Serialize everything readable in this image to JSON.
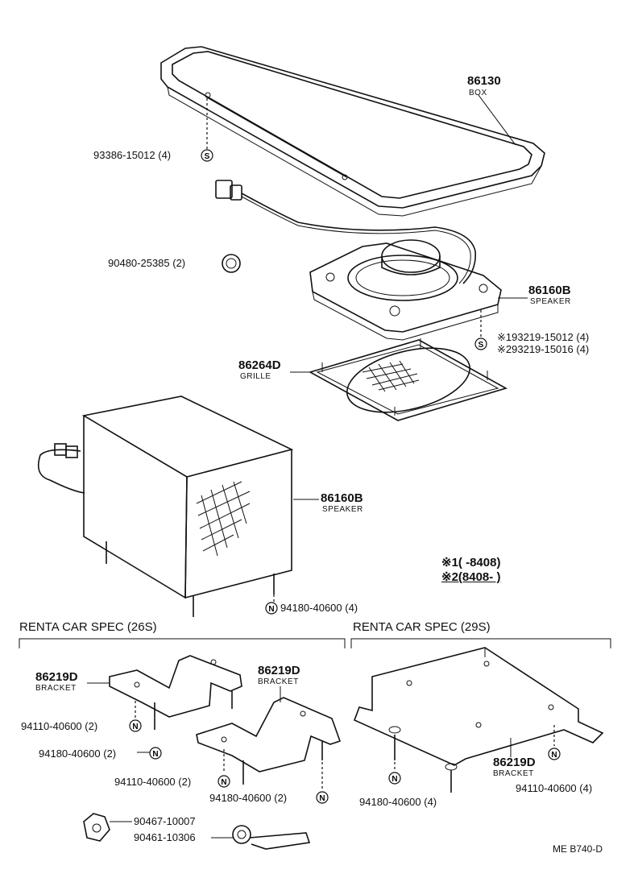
{
  "parts": {
    "box": {
      "number": "86130",
      "name": "BOX"
    },
    "speaker_top": {
      "number": "86160B",
      "name": "SPEAKER"
    },
    "grille": {
      "number": "86264D",
      "name": "GRILLE"
    },
    "speaker_cube": {
      "number": "86160B",
      "name": "SPEAKER"
    },
    "bracket_a": {
      "number": "86219D",
      "name": "BRACKET"
    },
    "bracket_b": {
      "number": "86219D",
      "name": "BRACKET"
    },
    "bracket_c": {
      "number": "86219D",
      "name": "BRACKET"
    }
  },
  "fasteners": {
    "screw_box": "93386-15012 (4)",
    "plug": "90480-25385 (2)",
    "screw_spk_1": "※193219-15012 (4)",
    "screw_spk_2": "※293219-15016 (4)",
    "nut_cube": "94180-40600 (4)",
    "bolt_26a": "94110-40600 (2)",
    "nut_26a": "94180-40600 (2)",
    "bolt_26b": "94110-40600 (2)",
    "nut_26b": "94180-40600 (2)",
    "nut_29": "94180-40600 (4)",
    "bolt_29": "94110-40600 (4)",
    "clamp_a": "90467-10007",
    "clamp_b": "90461-10306"
  },
  "symbols": {
    "s": "S",
    "n": "N"
  },
  "notes": {
    "note1": "※1(      -8408)",
    "note2": "※2(8408-       )"
  },
  "sections": {
    "left": "RENTA CAR SPEC (26S)",
    "right": "RENTA CAR SPEC (29S)"
  },
  "footer": {
    "code": "ME B740-D"
  }
}
